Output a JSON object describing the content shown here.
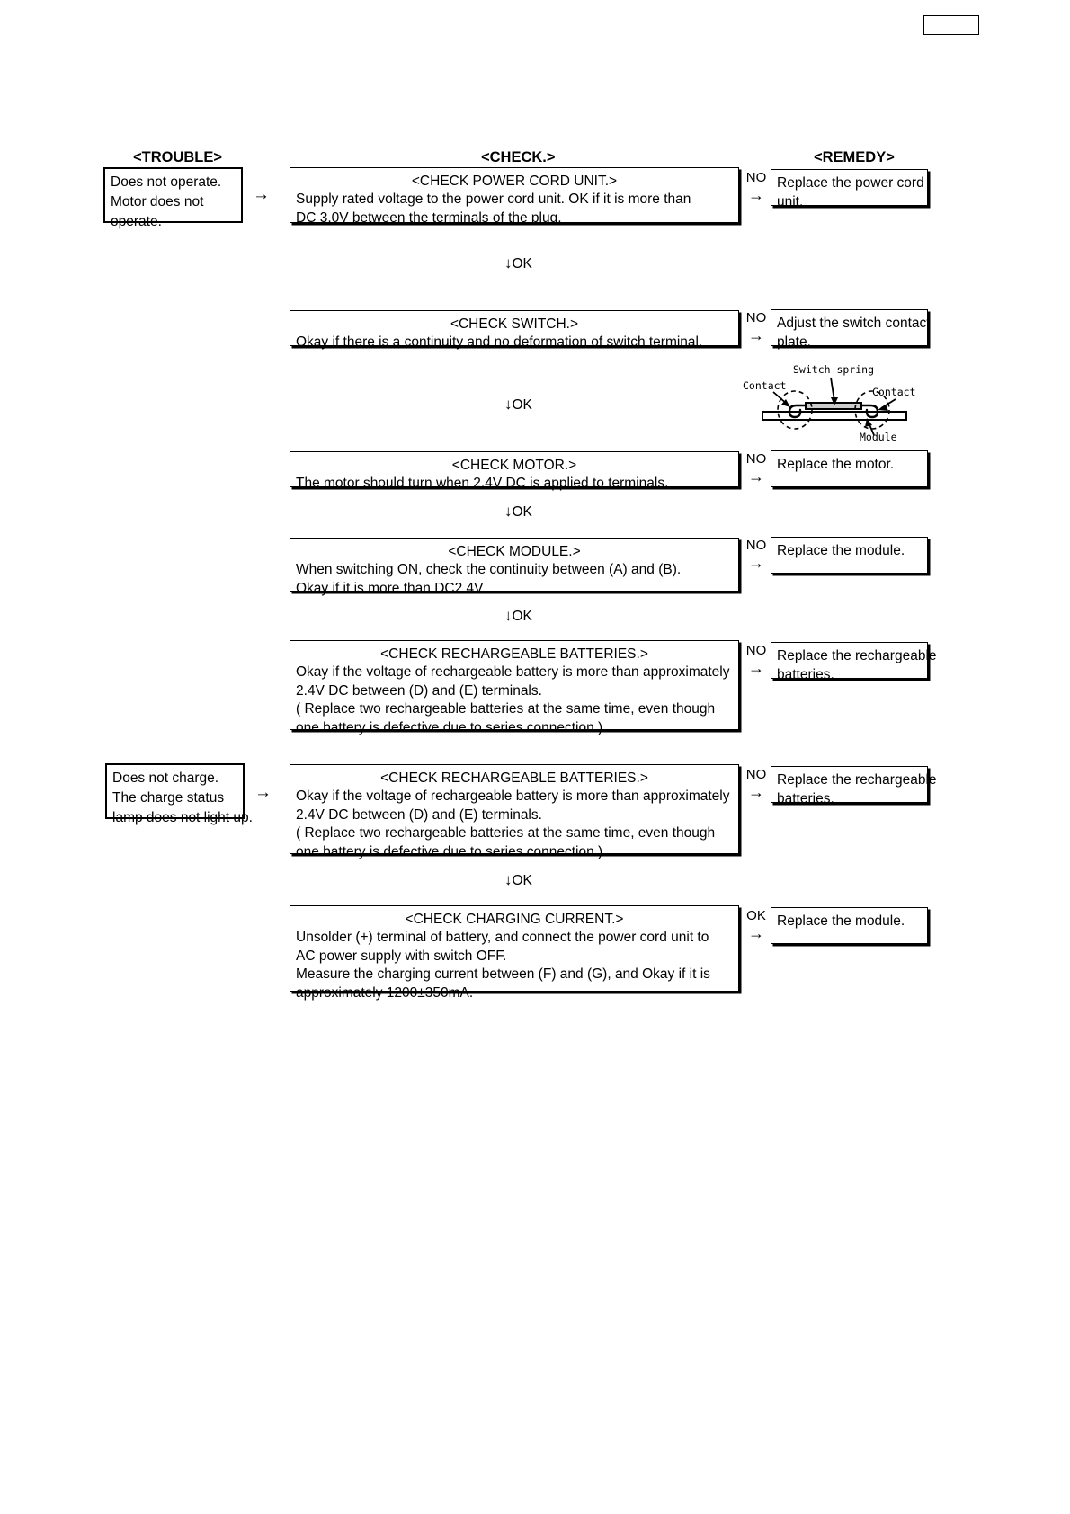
{
  "page": {
    "page_number_box": ""
  },
  "headers": {
    "trouble": "<TROUBLE>",
    "check": "<CHECK.>",
    "remedy": "<REMEDY>"
  },
  "connectors": {
    "trouble_arrow": "→",
    "no_label": "NO",
    "ok_label": "OK",
    "right_arrow": "→",
    "down_arrow": "↓",
    "down_ok": "OK"
  },
  "trouble_boxes": [
    {
      "lines": [
        "Does not operate.",
        "Motor does not",
        "operate."
      ]
    },
    {
      "lines": [
        "Does not charge.",
        "The charge status",
        "lamp does not light up."
      ]
    }
  ],
  "rows": [
    {
      "check": {
        "title": "<CHECK POWER CORD UNIT.>",
        "lines": [
          "Supply rated voltage to the power cord unit.  OK if it is more than",
          "DC 3.0V between the terminals of the plug."
        ]
      },
      "connector": "NO",
      "remedy": {
        "lines": [
          "Replace the power cord",
          "unit."
        ]
      }
    },
    {
      "check": {
        "title": "<CHECK SWITCH.>",
        "lines": [
          "Okay if there is a continuity and no deformation of switch terminal."
        ]
      },
      "connector": "NO",
      "remedy": {
        "lines": [
          "Adjust the switch contact",
          "plate."
        ]
      }
    },
    {
      "check": {
        "title": "<CHECK MOTOR.>",
        "lines": [
          "The motor should turn when 2.4V DC is applied to terminals."
        ]
      },
      "connector": "NO",
      "remedy": {
        "lines": [
          "Replace the motor."
        ]
      }
    },
    {
      "check": {
        "title": "<CHECK MODULE.>",
        "lines": [
          "When switching ON, check the continuity between (A) and (B).",
          "Okay if it is more than DC2.4V."
        ]
      },
      "connector": "NO",
      "remedy": {
        "lines": [
          "Replace the module."
        ]
      }
    },
    {
      "check": {
        "title": "<CHECK RECHARGEABLE BATTERIES.>",
        "lines": [
          "Okay if the voltage of rechargeable battery is more than approximately",
          "2.4V DC between (D) and (E) terminals.",
          "( Replace two rechargeable batteries at the same time, even though",
          " one battery is defective due to series connection.)"
        ]
      },
      "connector": "NO",
      "remedy": {
        "lines": [
          "Replace the rechargeable",
          "batteries."
        ]
      }
    },
    {
      "check": {
        "title": "<CHECK RECHARGEABLE BATTERIES.>",
        "lines": [
          "Okay if the voltage of rechargeable battery is more than approximately",
          "2.4V DC between (D) and (E) terminals.",
          "( Replace two rechargeable batteries at the same time, even though",
          " one battery is defective due to series connection.)"
        ]
      },
      "connector": "NO",
      "remedy": {
        "lines": [
          "Replace the rechargeable",
          "batteries."
        ]
      }
    },
    {
      "check": {
        "title": "<CHECK CHARGING CURRENT.>",
        "lines": [
          "Unsolder (+) terminal of battery, and connect the power cord unit to",
          "AC power supply with switch OFF.",
          "Measure the charging current between (F) and (G), and Okay if it is",
          "approximately 1200±350mA."
        ]
      },
      "connector": "OK",
      "remedy": {
        "lines": [
          "Replace the module."
        ]
      }
    }
  ],
  "diagram": {
    "labels": {
      "switch_spring": "Switch spring",
      "contact_left": "Contact",
      "contact_right": "Contact",
      "module": "Module"
    }
  }
}
